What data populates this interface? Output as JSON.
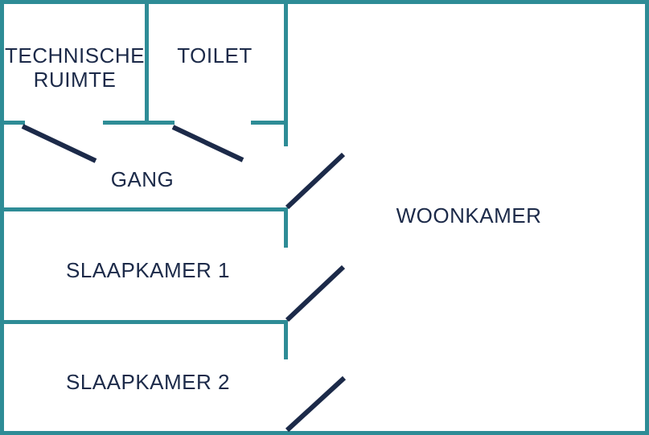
{
  "colors": {
    "wall": "#2E8C96",
    "ink": "#1C2A49",
    "bg": "#FFFFFF"
  },
  "rooms": {
    "technische_ruimte": {
      "label_line1": "TECHNISCHE",
      "label_line2": "RUIMTE"
    },
    "toilet": {
      "label": "TOILET"
    },
    "gang": {
      "label": "GANG"
    },
    "woonkamer": {
      "label": "WOONKAMER"
    },
    "slaapkamer1": {
      "label": "SLAAPKAMER 1"
    },
    "slaapkamer2": {
      "label": "SLAAPKAMER 2"
    }
  }
}
